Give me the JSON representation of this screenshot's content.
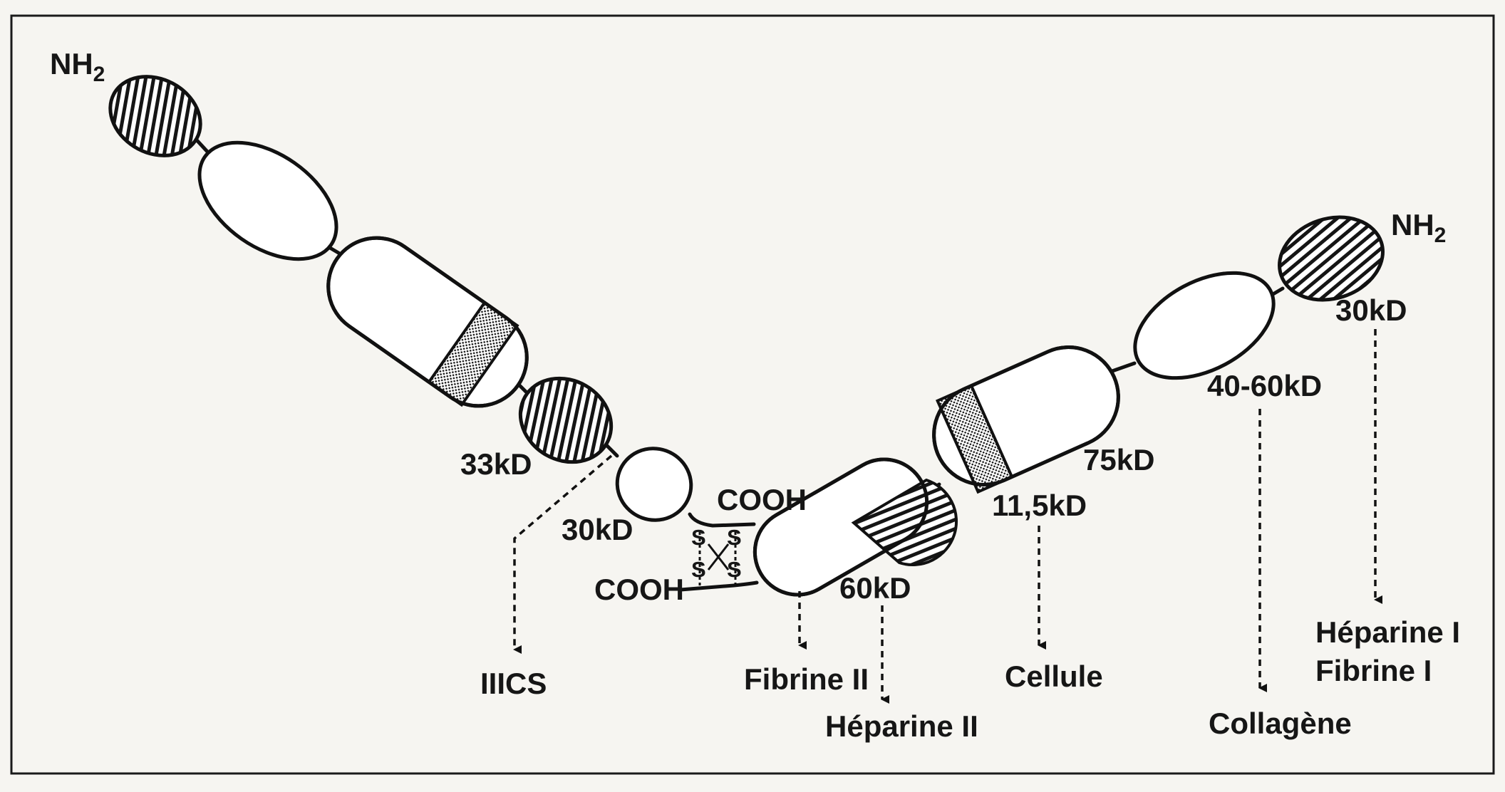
{
  "terminals": {
    "nh2_left": "NH",
    "nh2_left_sub": "2",
    "nh2_right": "NH",
    "nh2_right_sub": "2",
    "cooh_upper": "COOH",
    "cooh_lower": "COOH"
  },
  "disulfide": {
    "s1": "S",
    "s2": "S",
    "s3": "S",
    "s4": "S"
  },
  "fragments": {
    "f33": "33kD",
    "f30_left": "30kD",
    "f60": "60kD",
    "f11": "11,5kD",
    "f75": "75kD",
    "f4060": "40-60kD",
    "f30_right": "30kD"
  },
  "binding": {
    "iiics": "IIICS",
    "fibrine2": "Fibrine II",
    "heparine2": "Héparine II",
    "cellule": "Cellule",
    "collagene": "Collagène",
    "heparine1": "Héparine I",
    "fibrine1": "Fibrine I"
  }
}
